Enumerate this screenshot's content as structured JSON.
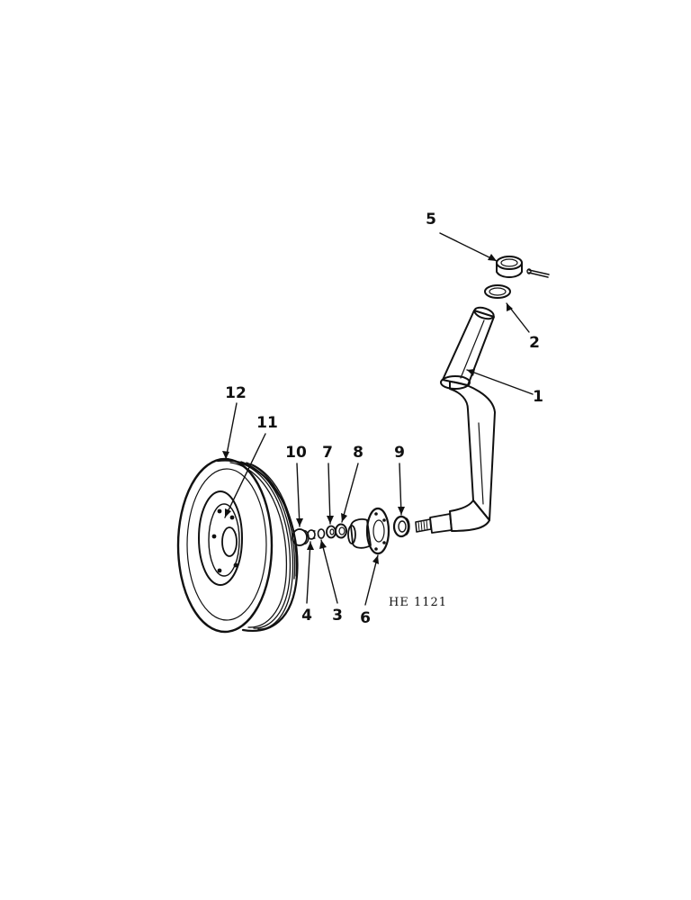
{
  "diagram": {
    "reference": "HE 1121",
    "callouts": [
      {
        "id": "c1",
        "label": "1"
      },
      {
        "id": "c2",
        "label": "2"
      },
      {
        "id": "c3",
        "label": "3"
      },
      {
        "id": "c4",
        "label": "4"
      },
      {
        "id": "c5",
        "label": "5"
      },
      {
        "id": "c6",
        "label": "6"
      },
      {
        "id": "c7",
        "label": "7"
      },
      {
        "id": "c8",
        "label": "8"
      },
      {
        "id": "c9",
        "label": "9"
      },
      {
        "id": "c10",
        "label": "10"
      },
      {
        "id": "c11",
        "label": "11"
      },
      {
        "id": "c12",
        "label": "12"
      }
    ]
  }
}
